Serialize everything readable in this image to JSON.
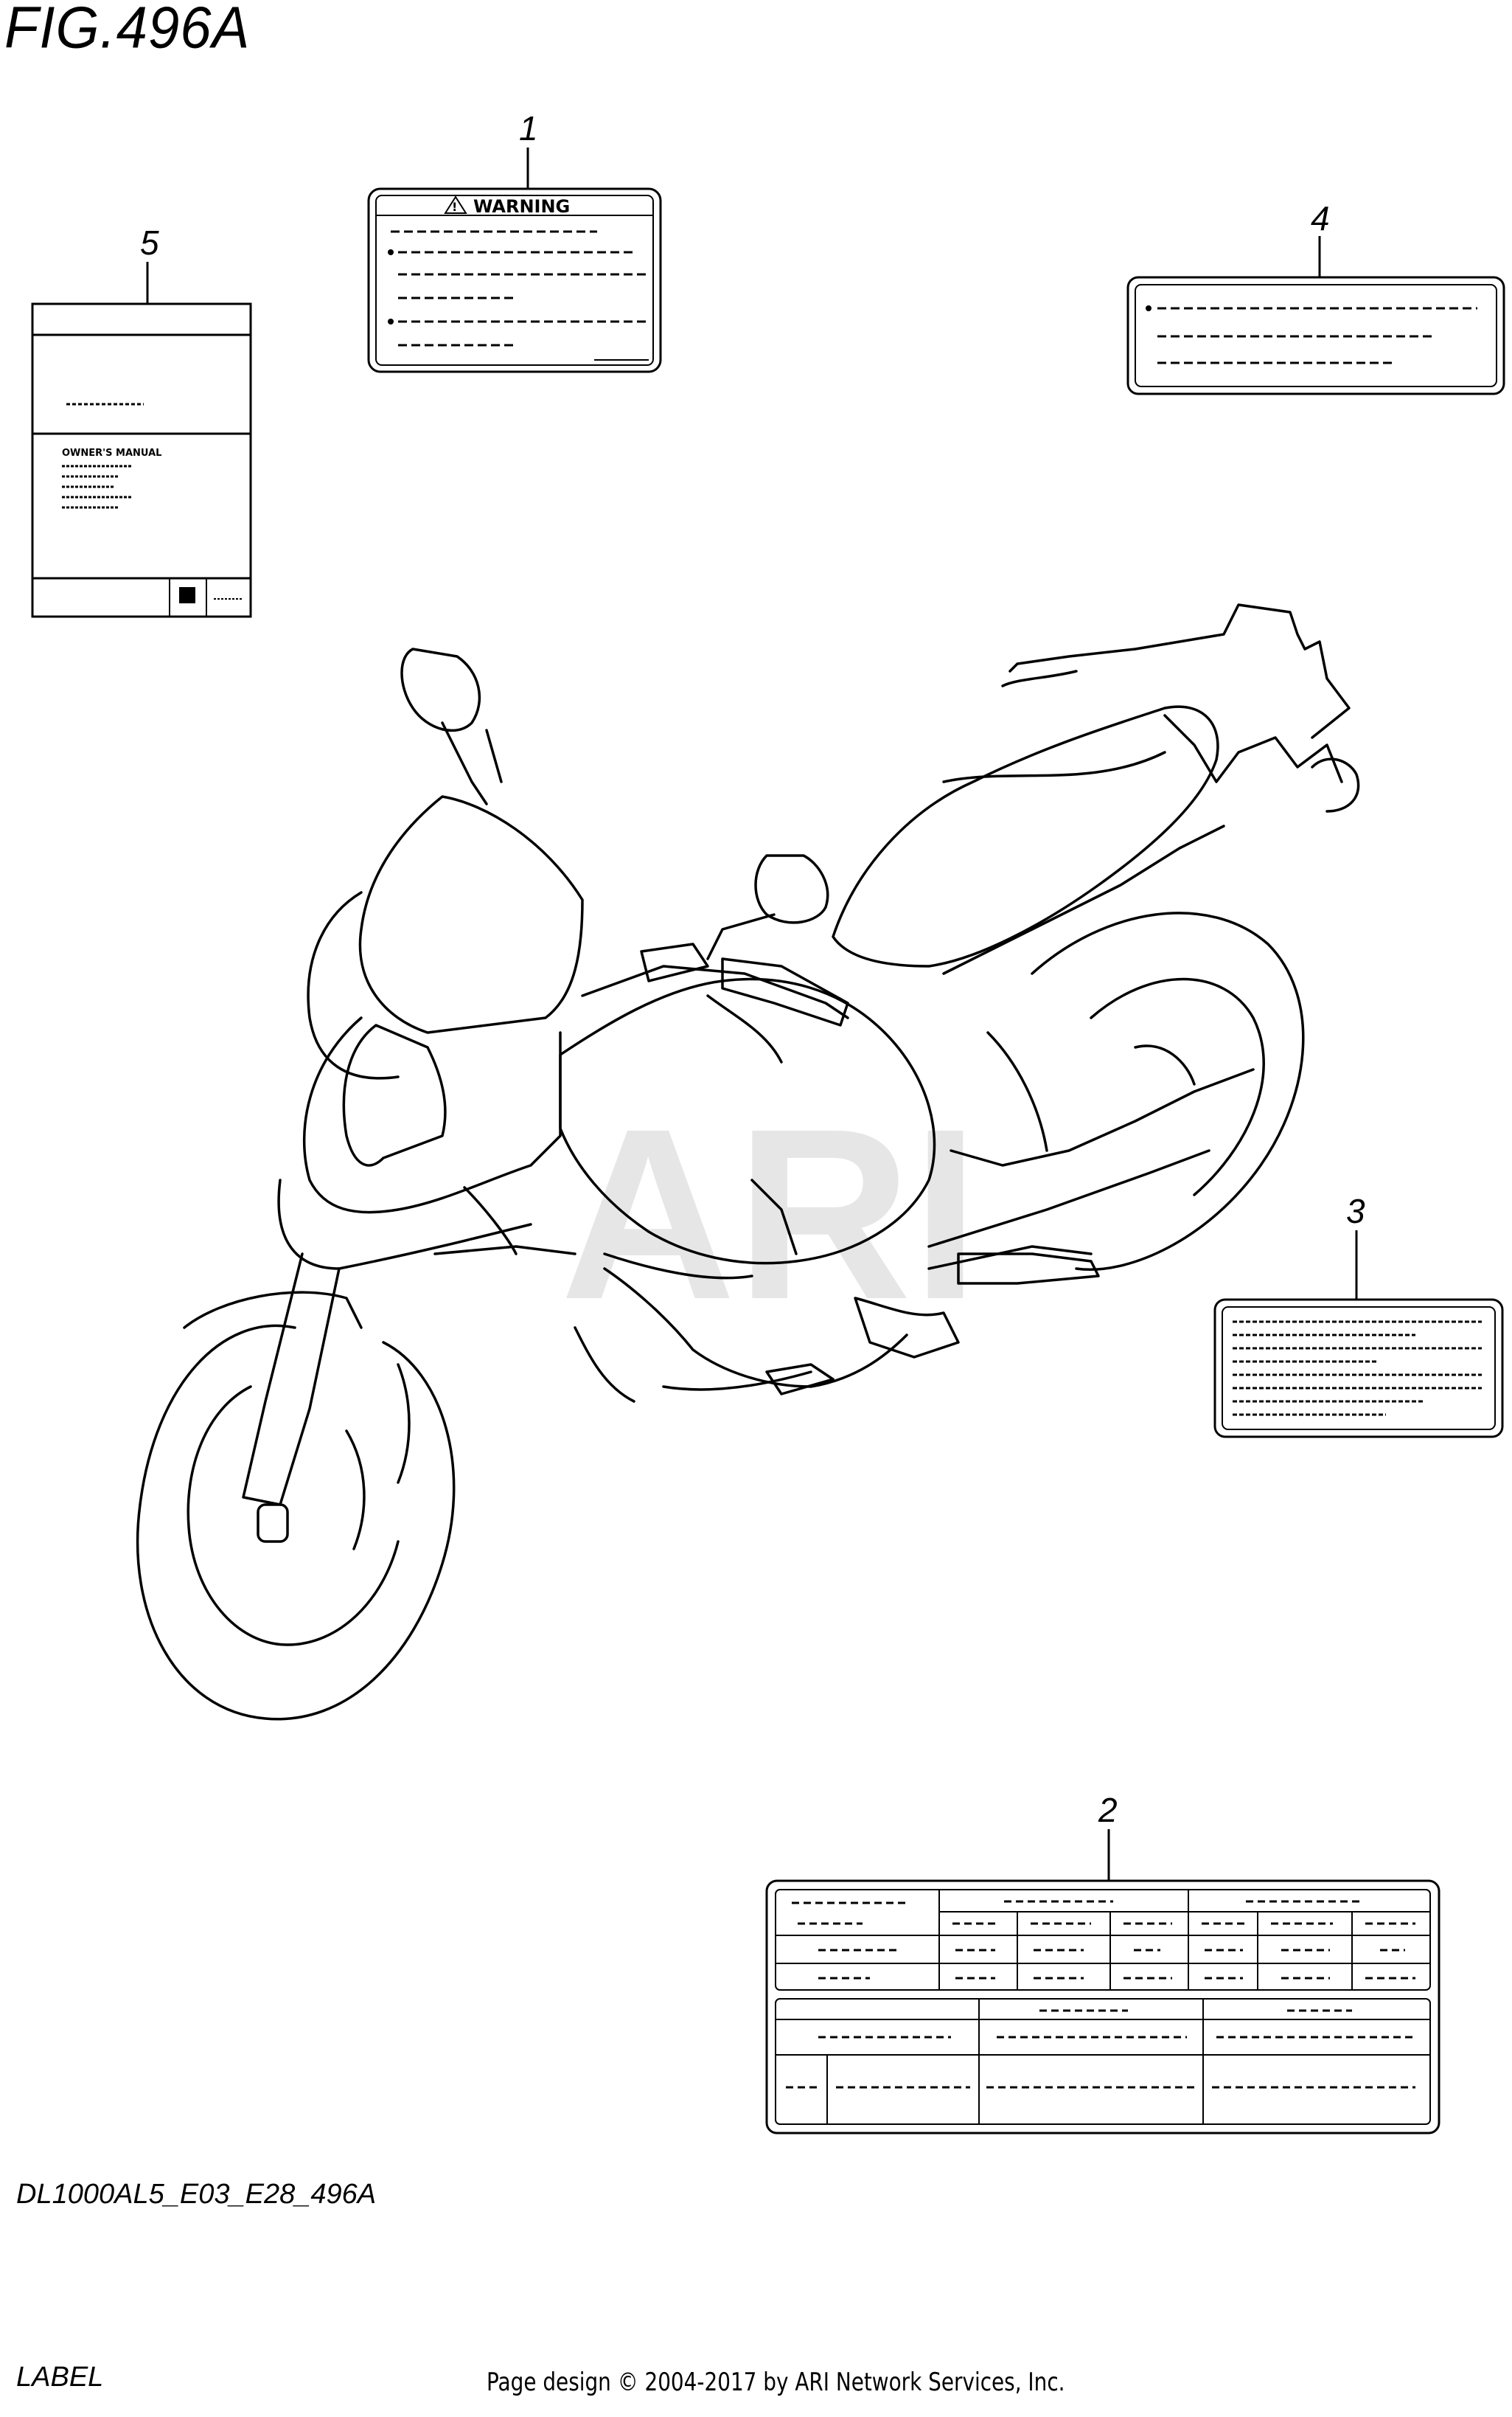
{
  "figure": {
    "title": "FIG.496A",
    "code": "DL1000AL5_E03_E28_496A",
    "section_label": "LABEL",
    "credit": "Page design © 2004-2017 by ARI Network Services, Inc.",
    "watermark": "ARI"
  },
  "callouts": [
    {
      "number": "1"
    },
    {
      "number": "2"
    },
    {
      "number": "3"
    },
    {
      "number": "4"
    },
    {
      "number": "5"
    }
  ],
  "label_1": {
    "heading": "WARNING"
  },
  "label_5": {
    "manual_heading": "OWNER'S MANUAL"
  }
}
